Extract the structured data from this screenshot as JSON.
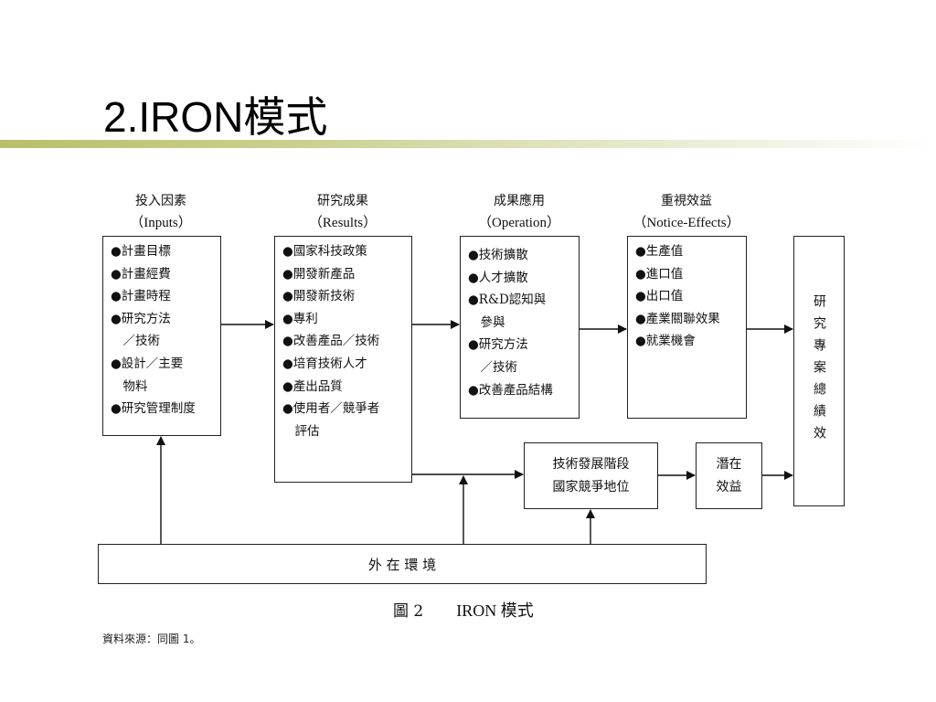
{
  "slide": {
    "title": "2.IRON模式"
  },
  "diagram": {
    "columns": [
      {
        "heading_zh": "投入因素",
        "heading_en": "（Inputs）",
        "items": [
          "●計畫目標",
          "●計畫經費",
          "●計畫時程",
          "●研究方法",
          "　／技術",
          "●設計／主要",
          "　物料",
          "●研究管理制度"
        ]
      },
      {
        "heading_zh": "研究成果",
        "heading_en": "（Results）",
        "items": [
          "●國家科技政策",
          "●開發新產品",
          "●開發新技術",
          "●專利",
          "●改善產品／技術",
          "●培育技術人才",
          "●產出品質",
          "●使用者／競爭者",
          "　評估"
        ]
      },
      {
        "heading_zh": "成果應用",
        "heading_en": "（Operation）",
        "items": [
          "●技術擴散",
          "●人才擴散",
          "●R&D認知與",
          "　參與",
          "●研究方法",
          "　／技術",
          "●改善產品結構"
        ]
      },
      {
        "heading_zh": "重視效益",
        "heading_en": "（Notice-Effects）",
        "items": [
          "●生產值",
          "●進口值",
          "●出口值",
          "●產業關聯效果",
          "●就業機會"
        ]
      }
    ],
    "performance_box": "研究專案總績效",
    "stage_box": {
      "line1": "技術發展階段",
      "line2": "國家競爭地位"
    },
    "latent_box": {
      "line1": "潛在",
      "line2": "效益"
    },
    "environment_box": "外 在 環 境",
    "caption": {
      "fig_no": "圖 2",
      "label": "IRON 模式"
    },
    "source": "資料來源：同圖 1。"
  }
}
